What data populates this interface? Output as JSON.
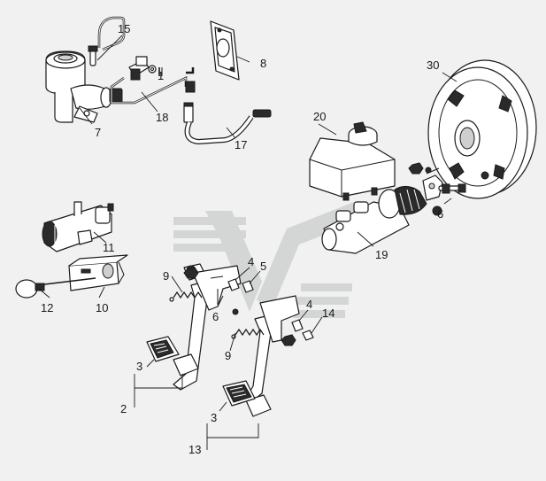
{
  "callouts": [
    {
      "id": "c7",
      "text": "7"
    },
    {
      "id": "c15",
      "text": "15"
    },
    {
      "id": "c1",
      "text": "1"
    },
    {
      "id": "c8",
      "text": "8"
    },
    {
      "id": "c18",
      "text": "18"
    },
    {
      "id": "c17",
      "text": "17"
    },
    {
      "id": "c30",
      "text": "30"
    },
    {
      "id": "c20",
      "text": "20"
    },
    {
      "id": "c6a",
      "text": "6"
    },
    {
      "id": "c11",
      "text": "11"
    },
    {
      "id": "c19",
      "text": "19"
    },
    {
      "id": "c9a",
      "text": "9"
    },
    {
      "id": "c4a",
      "text": "4"
    },
    {
      "id": "c5",
      "text": "5"
    },
    {
      "id": "c12",
      "text": "12"
    },
    {
      "id": "c10",
      "text": "10"
    },
    {
      "id": "c6b",
      "text": "6"
    },
    {
      "id": "c4b",
      "text": "4"
    },
    {
      "id": "c14",
      "text": "14"
    },
    {
      "id": "c9b",
      "text": "9"
    },
    {
      "id": "c3a",
      "text": "3"
    },
    {
      "id": "c2",
      "text": "2"
    },
    {
      "id": "c3b",
      "text": "3"
    },
    {
      "id": "c13",
      "text": "13"
    }
  ],
  "colors": {
    "background": "#f1f1f1",
    "line": "#1a1a1a",
    "watermark": "#d4d6d6"
  }
}
